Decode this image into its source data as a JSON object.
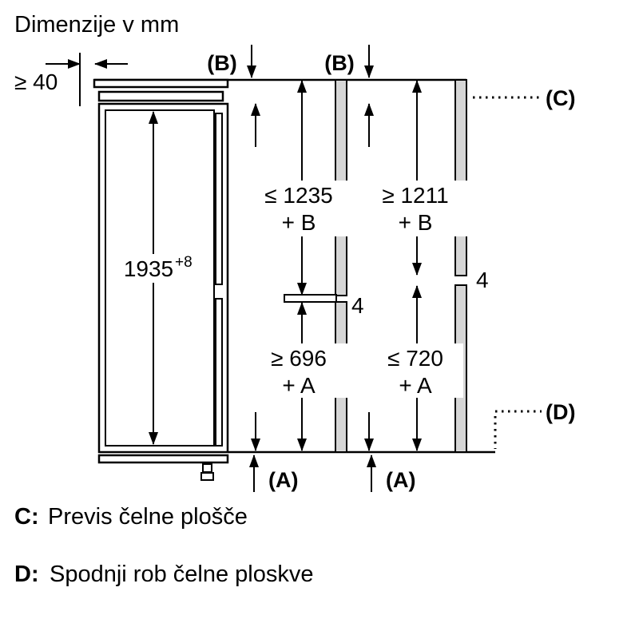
{
  "title": "Dimenzije v mm",
  "colors": {
    "panel_fill": "#d6d6d6",
    "line": "#000000"
  },
  "diagram": {
    "wall_gap": "≥ 40",
    "label_b1": "(B)",
    "label_b2": "(B)",
    "label_c": "(C)",
    "label_d": "(D)",
    "label_a1": "(A)",
    "label_a2": "(A)",
    "height_value": "1935",
    "height_sup": "+8",
    "dim_upper_left_1": "≤ 1235",
    "dim_upper_left_2": "+ B",
    "dim_upper_right_1": "≥ 1211",
    "dim_upper_right_2": "+ B",
    "dim_lower_left_1": "≥ 696",
    "dim_lower_left_2": "+ A",
    "dim_lower_right_1": "≤ 720",
    "dim_lower_right_2": "+ A",
    "gap_middle": "4",
    "gap_right": "4"
  },
  "legend": [
    {
      "key": "C:",
      "text": "Previs čelne plošče"
    },
    {
      "key": "D:",
      "text": "Spodnji rob čelne ploskve"
    }
  ]
}
